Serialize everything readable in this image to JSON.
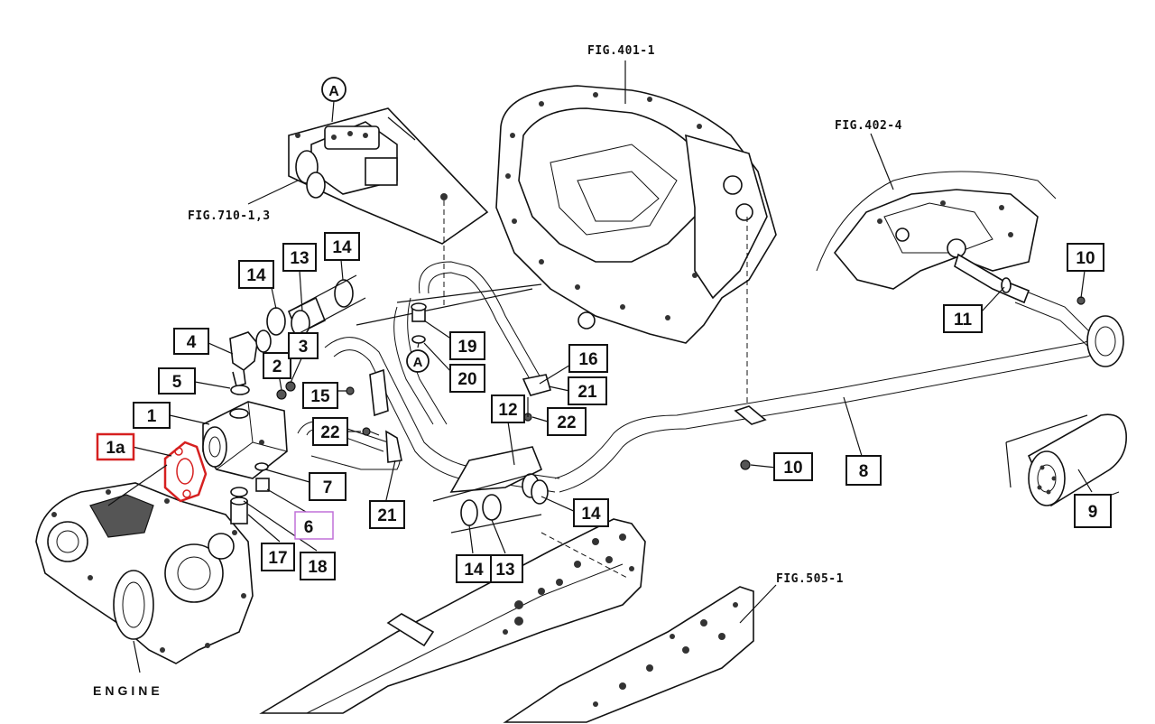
{
  "figure_refs": {
    "fig_401_1": "FIG.401-1",
    "fig_402_4": "FIG.402-4",
    "fig_710_1_3": "FIG.710-1,3",
    "fig_505_1": "FIG.505-1"
  },
  "engine_label": "ENGINE",
  "detail_marker": "A",
  "callouts": [
    {
      "key": "c1",
      "text": "1"
    },
    {
      "key": "c1a",
      "text": "1a"
    },
    {
      "key": "c2",
      "text": "2"
    },
    {
      "key": "c3",
      "text": "3"
    },
    {
      "key": "c4",
      "text": "4"
    },
    {
      "key": "c5",
      "text": "5"
    },
    {
      "key": "c6",
      "text": "6"
    },
    {
      "key": "c7",
      "text": "7"
    },
    {
      "key": "c8",
      "text": "8"
    },
    {
      "key": "c9",
      "text": "9"
    },
    {
      "key": "c10a",
      "text": "10"
    },
    {
      "key": "c10b",
      "text": "10"
    },
    {
      "key": "c11",
      "text": "11"
    },
    {
      "key": "c12",
      "text": "12"
    },
    {
      "key": "c13a",
      "text": "13"
    },
    {
      "key": "c13b",
      "text": "13"
    },
    {
      "key": "c14a",
      "text": "14"
    },
    {
      "key": "c14b",
      "text": "14"
    },
    {
      "key": "c14c",
      "text": "14"
    },
    {
      "key": "c14d",
      "text": "14"
    },
    {
      "key": "c15",
      "text": "15"
    },
    {
      "key": "c16",
      "text": "16"
    },
    {
      "key": "c17",
      "text": "17"
    },
    {
      "key": "c18",
      "text": "18"
    },
    {
      "key": "c19",
      "text": "19"
    },
    {
      "key": "c20",
      "text": "20"
    },
    {
      "key": "c21a",
      "text": "21"
    },
    {
      "key": "c21b",
      "text": "21"
    },
    {
      "key": "c22a",
      "text": "22"
    },
    {
      "key": "c22b",
      "text": "22"
    }
  ],
  "highlight_colors": {
    "selected_part": "#d62020",
    "secondary_highlight": "#c070d8"
  }
}
